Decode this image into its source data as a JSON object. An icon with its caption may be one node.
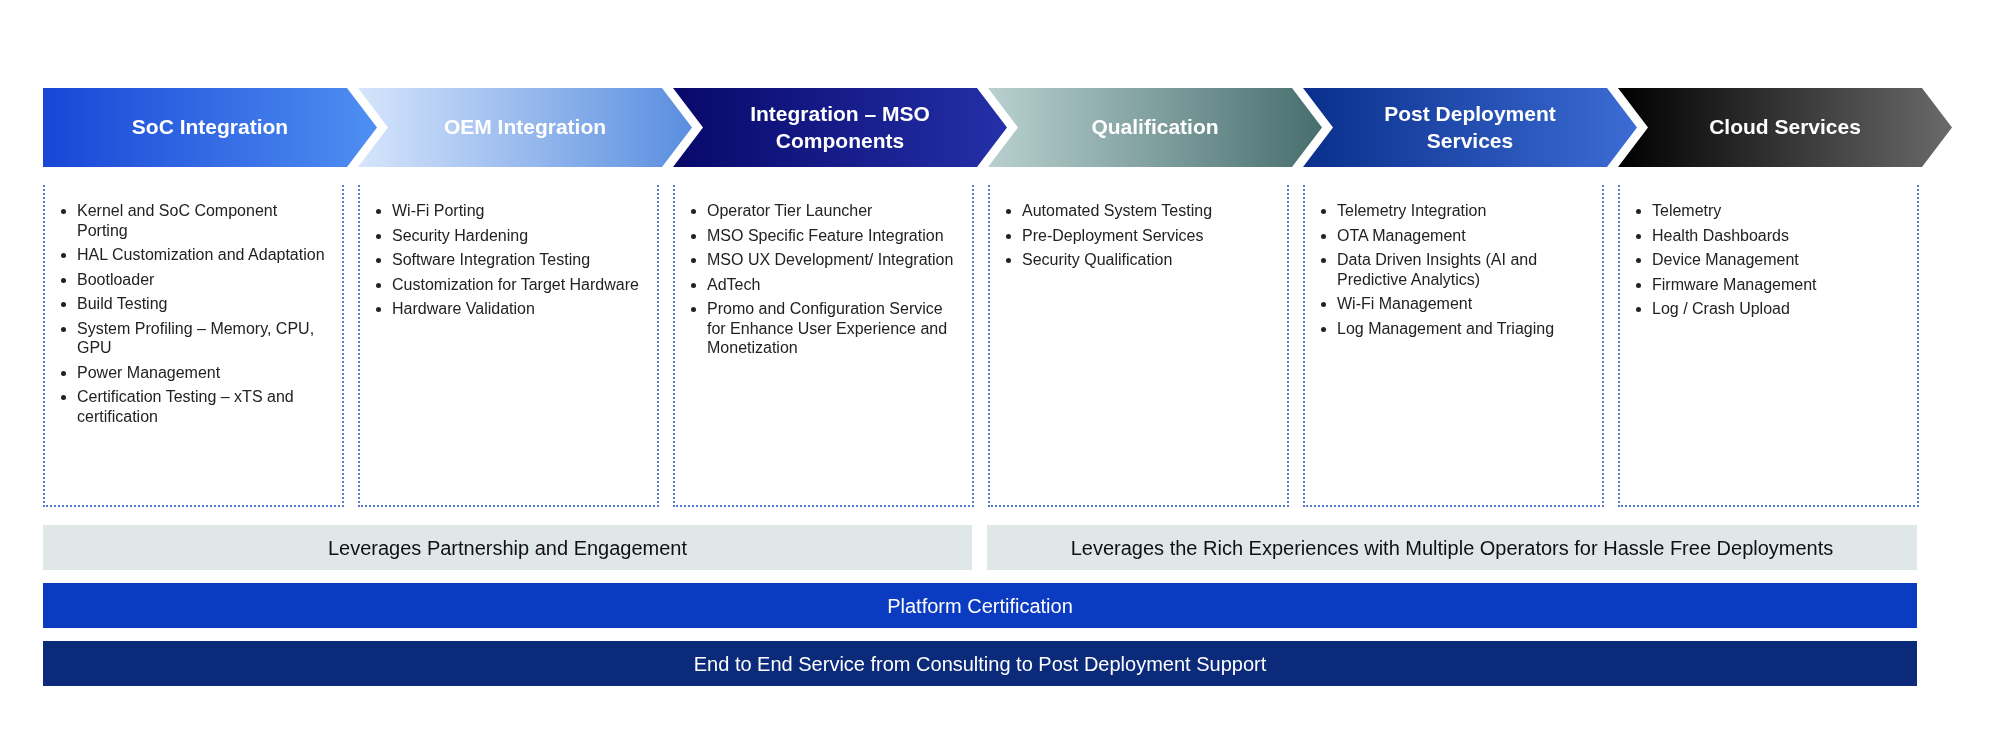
{
  "diagram": {
    "nodes": [
      {
        "text": [
          "SoC Integration"
        ]
      },
      {
        "text": [
          "OEM Integration"
        ]
      },
      {
        "text": [
          "Integration – MSO Components"
        ]
      },
      {
        "text": [
          "Qualification"
        ]
      },
      {
        "text": [
          "Post Deployment Services"
        ]
      },
      {
        "text": [
          "Cloud Services"
        ]
      },
      {
        "text": [
          "Kernel and SoC Component Porting",
          "HAL Customization and Adaptation",
          "Bootloader",
          "Build Testing",
          "System Profiling – Memory, CPU, GPU",
          "Power Management",
          "Certification Testing – xTS and certification"
        ]
      },
      {
        "text": [
          "Wi-Fi Porting",
          "Security Hardening",
          "Software Integration Testing",
          "Customization for Target Hardware",
          "Hardware Validation"
        ]
      },
      {
        "text": [
          "Operator Tier Launcher",
          "MSO Specific Feature Integration",
          "MSO UX Development/ Integration",
          "AdTech",
          "Promo and Configuration Service for Enhance User Experience and Monetization"
        ]
      },
      {
        "text": [
          "Automated System Testing",
          "Pre-Deployment Services",
          "Security Qualification"
        ]
      },
      {
        "text": [
          "Telemetry Integration",
          "OTA Management",
          "Data Driven Insights (AI and Predictive Analytics)",
          "Wi-Fi Management",
          "Log Management and Triaging"
        ]
      },
      {
        "text": [
          "Telemetry",
          "Health Dashboards",
          "Device Management",
          "Firmware Management",
          "Log / Crash Upload"
        ]
      },
      {
        "text": [
          "Leverages Partnership and Engagement"
        ]
      },
      {
        "text": [
          "Leverages the Rich Experiences with Multiple Operators for Hassle Free Deployments"
        ]
      },
      {
        "text": [
          "Platform Certification"
        ]
      },
      {
        "text": [
          "End to End Service from Consulting to Post Deployment Support"
        ]
      }
    ],
    "edges": []
  }
}
